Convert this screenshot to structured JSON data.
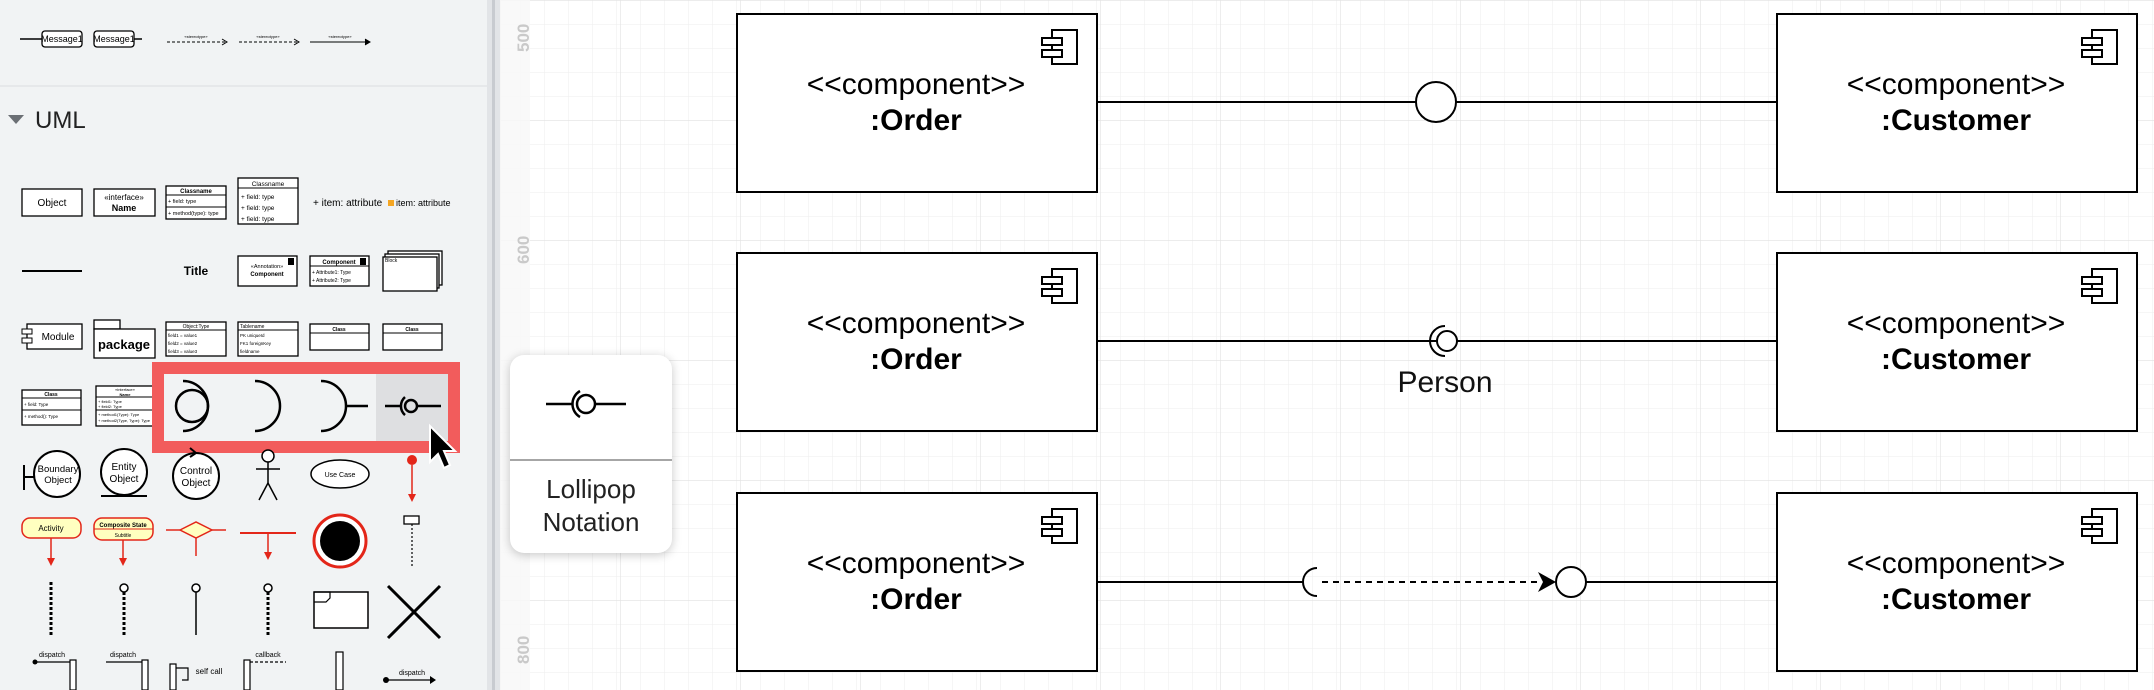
{
  "sidebar": {
    "top_shapes": [
      "Message1",
      "Message1",
      "«stereotype»",
      "«stereotype»",
      "«stereotype»"
    ],
    "section_title": "UML",
    "row1": [
      "Object",
      "«interface»",
      "Name",
      "Classname",
      "+ field: type",
      "+ method(type): type",
      "Classname",
      "+ field: type",
      "+ field: type",
      "+ field: type",
      "+ item: attribute",
      "item: attribute"
    ],
    "row2": [
      "Title",
      "«Annotation»",
      "Component",
      "Component",
      "+ Attribute1: Type",
      "+ Attribute2: Type",
      "Block"
    ],
    "row3": [
      "Module",
      "package",
      "Object:Type",
      "field1 = value1",
      "field2 = value2",
      "field3 = value3",
      "Tablename",
      "PK uniqueId",
      "FK1 foreignKey",
      "fieldname",
      "Class",
      "Class"
    ],
    "row4": [
      "Class",
      "+ field: Type",
      "+ method(): Type",
      "«interface»",
      "Name",
      "+ field1: Type",
      "+ field2: Type",
      "+ method1(Type): Type",
      "+ method2(Type, Type): Type"
    ],
    "row5": [
      "Boundary",
      "Object",
      "Entity",
      "Object",
      "Control",
      "Object",
      "Use Case"
    ],
    "row6": [
      "Activity",
      "Composite State",
      "Subtitle"
    ],
    "row8": [
      "dispatch",
      "dispatch",
      "self call",
      "callback",
      "dispatch"
    ]
  },
  "tooltip": {
    "line1": "Lollipop",
    "line2": "Notation"
  },
  "ruler": [
    "500",
    "600",
    "800"
  ],
  "components": [
    {
      "stereotype": "<<component>>",
      "name": ":Order"
    },
    {
      "stereotype": "<<component>>",
      "name": ":Customer"
    },
    {
      "stereotype": "<<component>>",
      "name": ":Order"
    },
    {
      "stereotype": "<<component>>",
      "name": ":Customer"
    },
    {
      "stereotype": "<<component>>",
      "name": ":Order"
    },
    {
      "stereotype": "<<component>>",
      "name": ":Customer"
    }
  ],
  "edge_label": "Person",
  "colors": {
    "highlight": "#f25c5c",
    "accent_red": "#e32619",
    "activity_fill": "#ffffc0",
    "sidebar_bg": "#f1f3f4",
    "grid": "#e6e6e6"
  }
}
